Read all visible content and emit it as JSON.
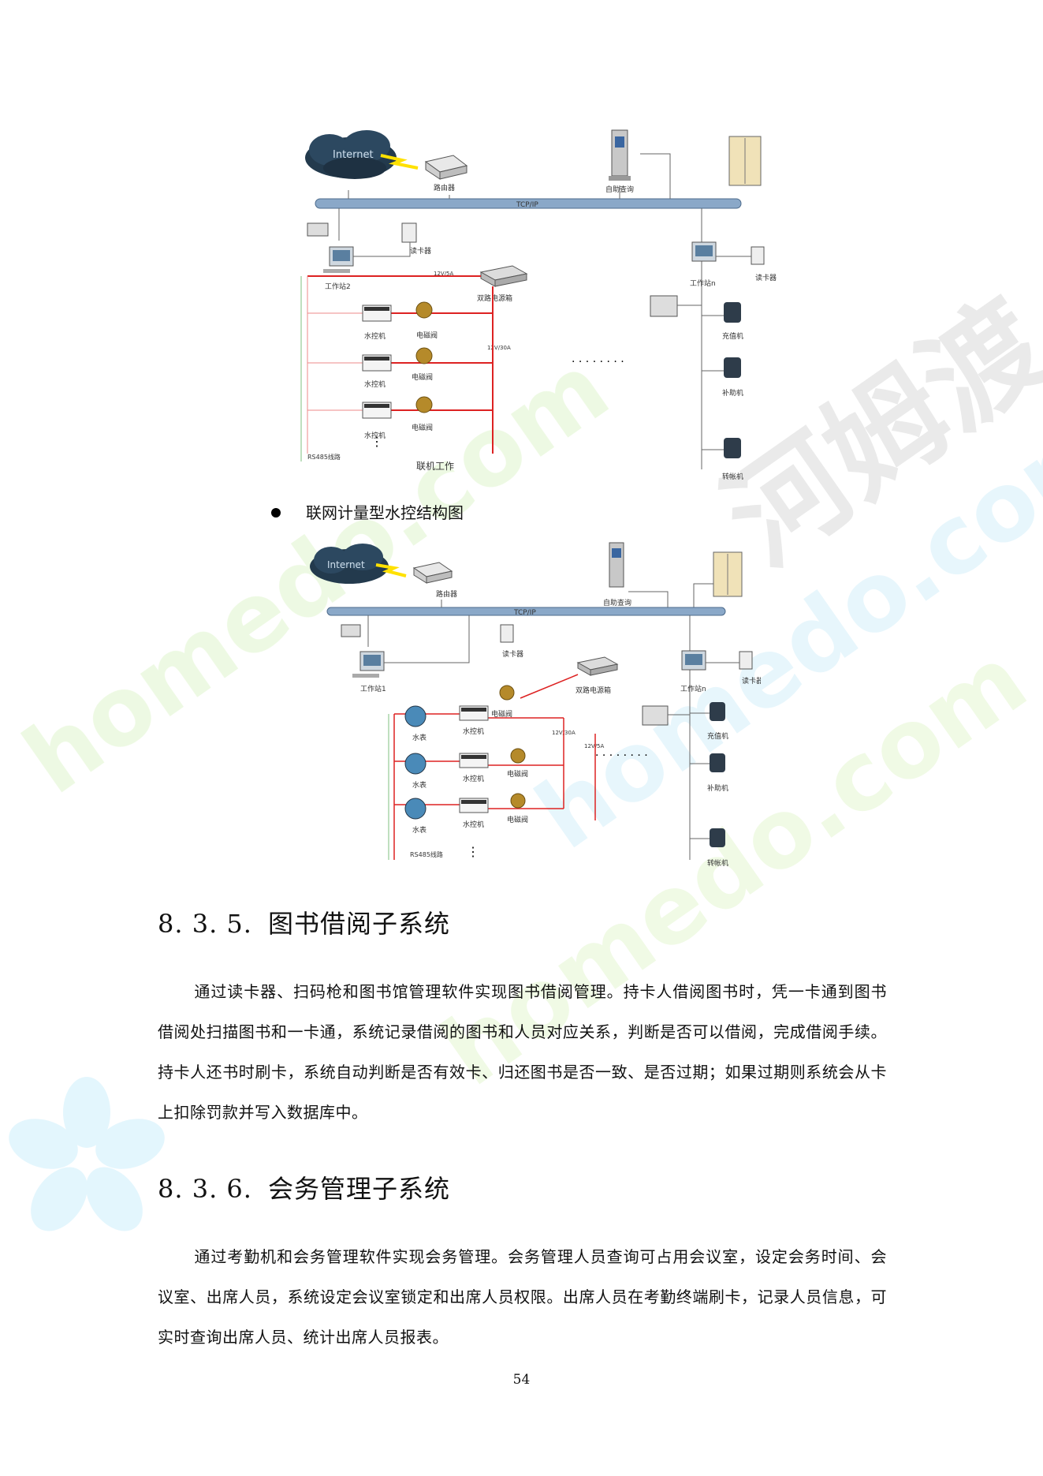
{
  "diagram1": {
    "internet": "Internet",
    "router": "路由器",
    "kiosk": "自助查询",
    "network_bus": "TCP/IP",
    "reader_left": "读卡器",
    "workstation_left": "工作站2",
    "power_box": "双路电源箱",
    "power_spec_top": "12V/5A",
    "power_spec_mid": "12V/30A",
    "water_ctrl": "水控机",
    "valve": "电磁阀",
    "rs485": "RS485线路",
    "online_label": "联机工作",
    "workstation_right": "工作站n",
    "reader_right": "读卡器",
    "recharge": "充值机",
    "subsidy": "补助机",
    "transfer": "转帐机",
    "ellipsis": "· · · · · · · ·"
  },
  "bullet": "联网计量型水控结构图",
  "diagram2": {
    "internet": "Internet",
    "router": "路由器",
    "kiosk": "自助查询",
    "network_bus": "TCP/IP",
    "reader_left": "读卡器",
    "workstation_left": "工作站1",
    "power_box": "双路电源箱",
    "power_spec_a": "12V/30A",
    "power_spec_b": "12V/5A",
    "water_meter": "水表",
    "water_ctrl": "水控机",
    "valve": "电磁阀",
    "rs485": "RS485线路",
    "workstation_right": "工作站n",
    "reader_right": "读卡器",
    "recharge": "充值机",
    "subsidy": "补助机",
    "transfer": "转帐机",
    "ellipsis": "· · · · · · · ·"
  },
  "section_835": {
    "number": "8. 3. 5.",
    "title": "图书借阅子系统",
    "paragraph": "通过读卡器、扫码枪和图书馆管理软件实现图书借阅管理。持卡人借阅图书时，凭一卡通到图书借阅处扫描图书和一卡通，系统记录借阅的图书和人员对应关系，判断是否可以借阅，完成借阅手续。持卡人还书时刷卡，系统自动判断是否有效卡、归还图书是否一致、是否过期；如果过期则系统会从卡上扣除罚款并写入数据库中。"
  },
  "section_836": {
    "number": "8. 3. 6.",
    "title": "会务管理子系统",
    "paragraph": "通过考勤机和会务管理软件实现会务管理。会务管理人员查询可占用会议室，设定会务时间、会议室、出席人员，系统设定会议室锁定和出席人员权限。出席人员在考勤终端刷卡，记录人员信息，可实时查询出席人员、统计出席人员报表。"
  },
  "page_number": "54",
  "watermark": {
    "brand_cn": "河姆渡",
    "brand_en": "homedo.com",
    "green": "#d9f2c4",
    "blue": "#cdeefb"
  }
}
